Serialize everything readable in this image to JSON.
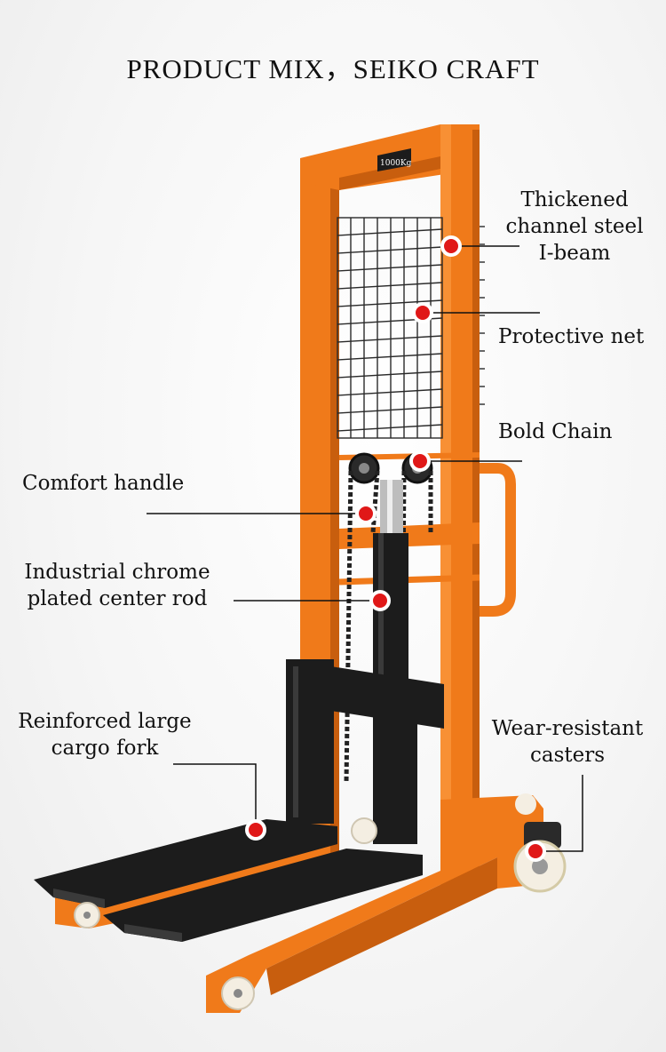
{
  "title": "PRODUCT MIX，SEIKO CRAFT",
  "mast_plate": "1000Kg",
  "callouts": {
    "i_beam": [
      "Thickened",
      "channel steel",
      "I-beam"
    ],
    "net": "Protective net",
    "chain": "Bold Chain",
    "handle": "Comfort handle",
    "rod": [
      "Industrial chrome",
      "plated center rod"
    ],
    "fork": [
      "Reinforced large",
      "cargo fork"
    ],
    "casters": [
      "Wear-resistant",
      "casters"
    ]
  },
  "colors": {
    "frame_orange": "#f07a1a",
    "frame_shadow": "#c85e0e",
    "steel_black": "#1c1c1c",
    "marker_red": "#e01818",
    "wheel_cream": "#f4eee2"
  }
}
